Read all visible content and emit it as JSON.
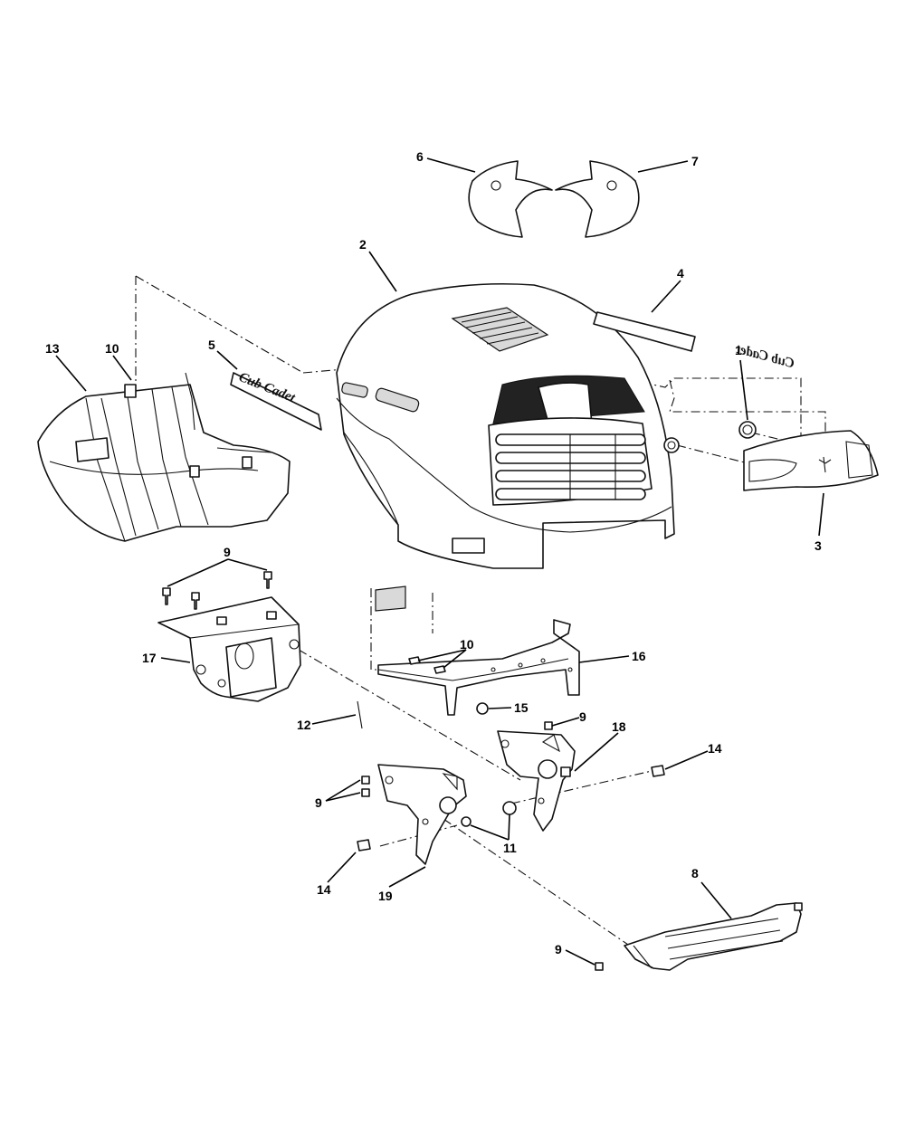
{
  "callouts": [
    "1",
    "2",
    "3",
    "4",
    "5",
    "6",
    "7",
    "8",
    "9",
    "10",
    "11",
    "12",
    "13",
    "14",
    "15",
    "16",
    "17",
    "18",
    "19"
  ],
  "emblem_text": "Cub Cadet",
  "colors": {
    "line": "#111111",
    "background": "#ffffff",
    "shade": "#d9d9d9"
  }
}
